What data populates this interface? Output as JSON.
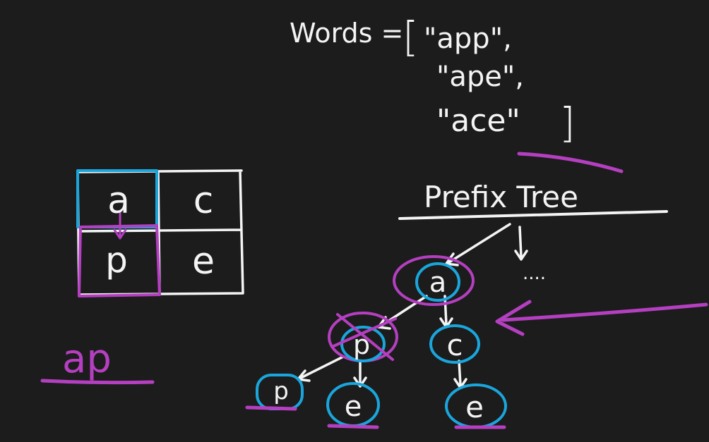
{
  "words": {
    "label": "Words =",
    "open_bracket": "[",
    "close_bracket": "]",
    "items": [
      "\"app\",",
      "\"ape\",",
      "\"ace\""
    ]
  },
  "grid": {
    "cells": [
      [
        "a",
        "c"
      ],
      [
        "p",
        "e"
      ]
    ]
  },
  "current_path": "ap",
  "prefix_tree": {
    "title": "Prefix Tree",
    "ellipsis": "....",
    "nodes": {
      "a": "a",
      "p": "p",
      "c": "c",
      "pp": "p",
      "pe": "e",
      "ce": "e"
    }
  },
  "colors": {
    "chalk": "#f4f4f4",
    "blue": "#1aa6dc",
    "purple": "#b43fc0",
    "background": "#1c1c1c"
  }
}
